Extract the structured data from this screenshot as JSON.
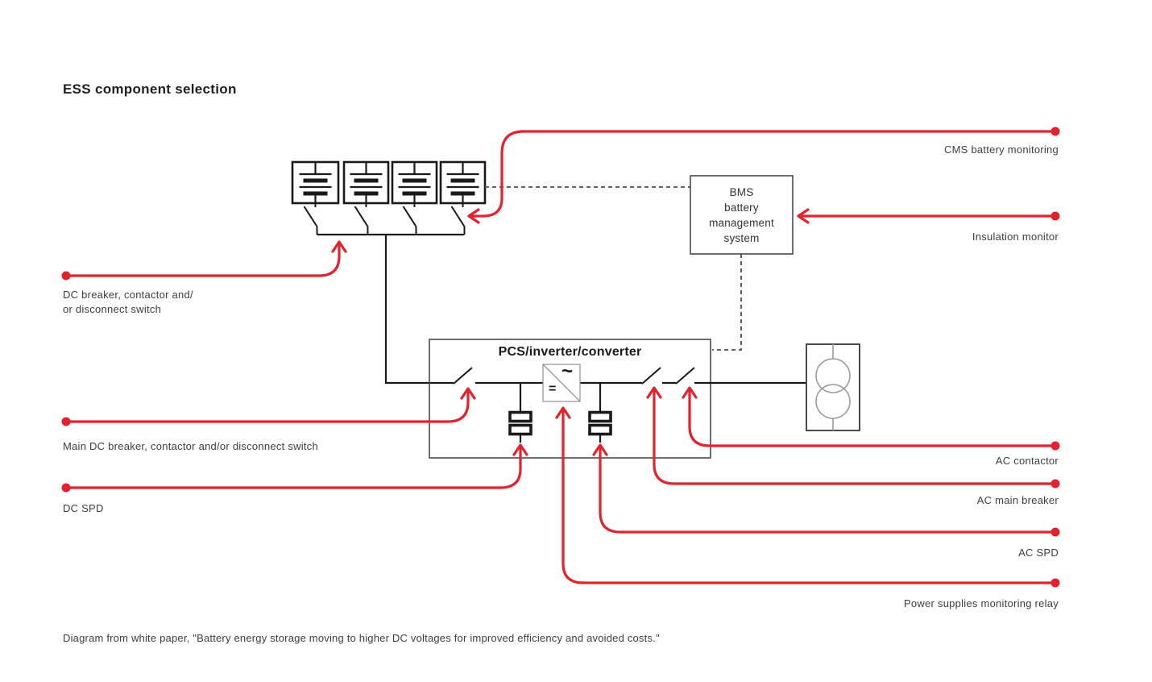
{
  "title": "ESS component selection",
  "caption": "Diagram from white paper, \"Battery energy storage moving to higher DC voltages for improved efficiency and avoided costs.\"",
  "colors": {
    "accent_red": "#E2232E",
    "line_black": "#1A1A1A",
    "box_gray": "#4A4A4A",
    "transformer_gray": "#9A9A9A",
    "label_text": "#3E3E3E"
  },
  "blocks": {
    "bms": {
      "label": "BMS\nbattery\nmanagement\nsystem"
    },
    "pcs": {
      "label": "PCS/inverter/converter"
    },
    "inverter": {
      "ac_symbol": "~",
      "dc_symbol": "="
    }
  },
  "callouts": {
    "cms": {
      "label": "CMS battery monitoring",
      "side": "right"
    },
    "insulation": {
      "label": "Insulation monitor",
      "side": "right"
    },
    "dc_breaker": {
      "label": "DC breaker, contactor and/\nor disconnect switch",
      "side": "left"
    },
    "main_dc_breaker": {
      "label": "Main DC breaker, contactor and/or disconnect switch",
      "side": "left"
    },
    "dc_spd": {
      "label": "DC SPD",
      "side": "left"
    },
    "ac_contactor": {
      "label": "AC contactor",
      "side": "right"
    },
    "ac_main_breaker": {
      "label": "AC main breaker",
      "side": "right"
    },
    "ac_spd": {
      "label": "AC SPD",
      "side": "right"
    },
    "power_supplies_relay": {
      "label": "Power supplies monitoring relay",
      "side": "right"
    }
  }
}
